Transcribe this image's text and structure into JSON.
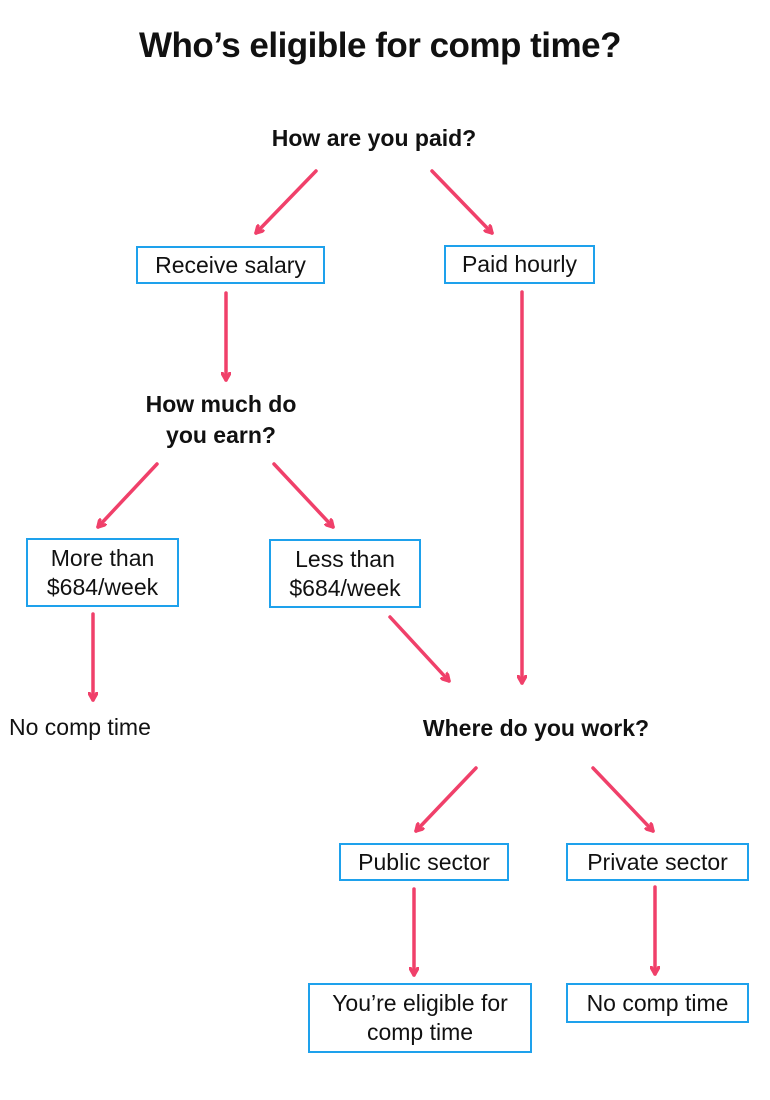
{
  "title": "Who’s eligible for comp time?",
  "questions": {
    "pay": "How are you paid?",
    "earn_line1": "How much do",
    "earn_line2": "you earn?",
    "work": "Where do you work?"
  },
  "boxes": {
    "salary": "Receive salary",
    "hourly": "Paid hourly",
    "more_line1": "More than",
    "more_line2": "$684/week",
    "less_line1": "Less than",
    "less_line2": "$684/week",
    "public": "Public sector",
    "private": "Private sector",
    "eligible_line1": "You’re eligible for",
    "eligible_line2": "comp time",
    "no_comp_private": "No comp time"
  },
  "outcomes": {
    "no_comp_salary": "No comp time"
  },
  "colors": {
    "arrow": "#f0406a",
    "box_border": "#1ea1ec"
  }
}
